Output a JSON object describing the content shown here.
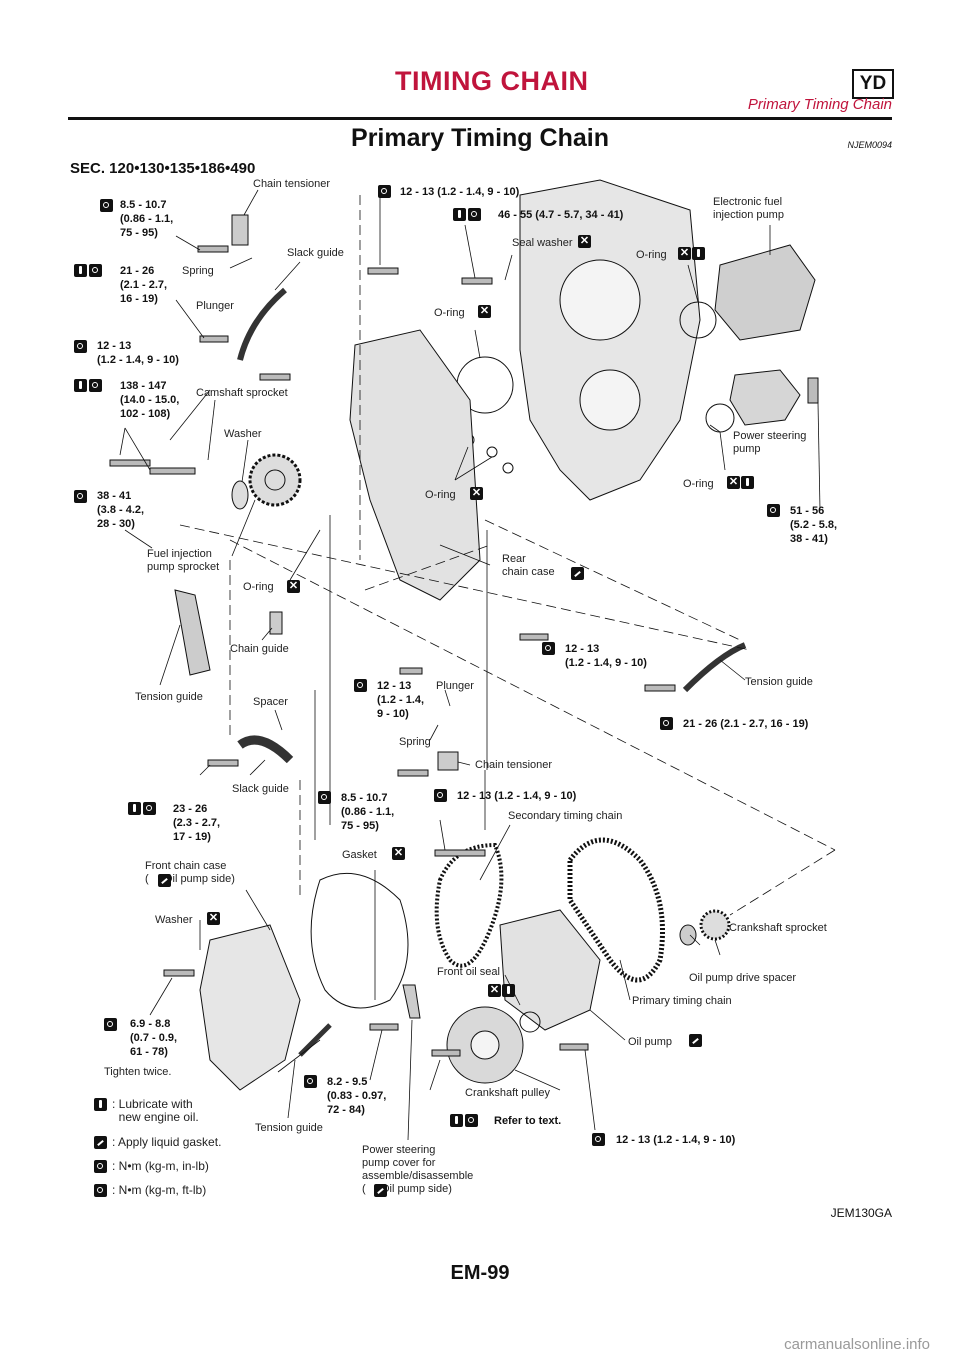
{
  "header": {
    "title": "TIMING CHAIN",
    "badge": "YD",
    "subtitle": "Primary Timing Chain"
  },
  "section": {
    "title": "Primary Timing Chain",
    "code": "NJEM0094",
    "sec_numbers": "SEC. 120•130•135•186•490"
  },
  "labels": {
    "chain_tensioner_top": "Chain tensioner",
    "spring_top": "Spring",
    "slack_guide_top": "Slack guide",
    "plunger_top": "Plunger",
    "camshaft_sprocket": "Camshaft sprocket",
    "washer_top": "Washer",
    "fuel_injection_pump_sprocket": "Fuel injection\npump sprocket",
    "oring_mid": "O-ring",
    "chain_guide": "Chain guide",
    "tension_guide_left": "Tension guide",
    "spacer": "Spacer",
    "slack_guide_bottom": "Slack guide",
    "front_chain_case": "Front chain case\n(     Oil pump side)",
    "washer_bottom": "Washer",
    "tension_guide_bottom": "Tension guide",
    "seal_washer": "Seal washer",
    "oring_top": "O-ring",
    "oring_left": "O-ring",
    "oring_center": "O-ring",
    "electronic_pump": "Electronic fuel\ninjection pump",
    "power_steering_pump": "Power steering\npump",
    "oring_right": "O-ring",
    "rear_chain_case": "Rear\nchain case",
    "tension_guide_right": "Tension guide",
    "plunger_mid": "Plunger",
    "spring_mid": "Spring",
    "chain_tensioner_mid": "Chain tensioner",
    "secondary_timing_chain": "Secondary timing chain",
    "gasket": "Gasket",
    "front_oil_seal": "Front oil seal",
    "crankshaft_sprocket": "Crankshaft sprocket",
    "oil_pump_drive_spacer": "Oil pump drive spacer",
    "primary_timing_chain": "Primary timing chain",
    "oil_pump": "Oil pump",
    "crankshaft_pulley": "Crankshaft pulley",
    "ps_pump_cover": "Power steering\npump cover for\nassemble/disassemble\n(     Oil pump side)",
    "tighten_twice": "Tighten twice."
  },
  "torques": {
    "t1": "8.5 - 10.7\n(0.86 - 1.1,\n75 - 95)",
    "t2": "21 - 26\n(2.1 - 2.7,\n16 - 19)",
    "t3": "12 - 13\n(1.2 - 1.4, 9 - 10)",
    "t4": "138 - 147\n(14.0 - 15.0,\n102 - 108)",
    "t5": "38 - 41\n(3.8 - 4.2,\n28 - 30)",
    "t6": "23 - 26\n(2.3 - 2.7,\n17 - 19)",
    "t7": "6.9 - 8.8\n(0.7 - 0.9,\n61 - 78)",
    "t8": "12 - 13 (1.2 - 1.4, 9 - 10)",
    "t9": "46 - 55 (4.7 - 5.7, 34 - 41)",
    "t10": "51 - 56\n(5.2 - 5.8,\n38 - 41)",
    "t11": "12 - 13\n(1.2 - 1.4, 9 - 10)",
    "t12": "12 - 13\n(1.2 - 1.4,\n9 - 10)",
    "t13": "21 - 26 (2.1 - 2.7, 16 - 19)",
    "t14": "8.5 - 10.7\n(0.86 - 1.1,\n75 - 95)",
    "t15": "12 - 13 (1.2 - 1.4, 9 - 10)",
    "t16": "8.2 - 9.5\n(0.83 - 0.97,\n72 - 84)",
    "t17": "Refer to text.",
    "t18": "12 - 13 (1.2 - 1.4, 9 - 10)"
  },
  "legend": {
    "lubricate": ": Lubricate with\n  new engine oil.",
    "liquid_gasket": ": Apply liquid gasket.",
    "nm_inlb": ": N•m (kg-m, in-lb)",
    "nm_ftlb": ": N•m (kg-m, ft-lb)"
  },
  "figure_code": "JEM130GA",
  "page_number": "EM-99",
  "watermark": "carmanualsonline.info",
  "icons": {
    "torque": "torque-wrench-icon",
    "lubricate": "oil-can-icon",
    "gasket": "liquid-gasket-icon",
    "do_not_reuse": "do-not-reuse-icon"
  },
  "colors": {
    "accent": "#c0143c",
    "ink": "#111111"
  }
}
